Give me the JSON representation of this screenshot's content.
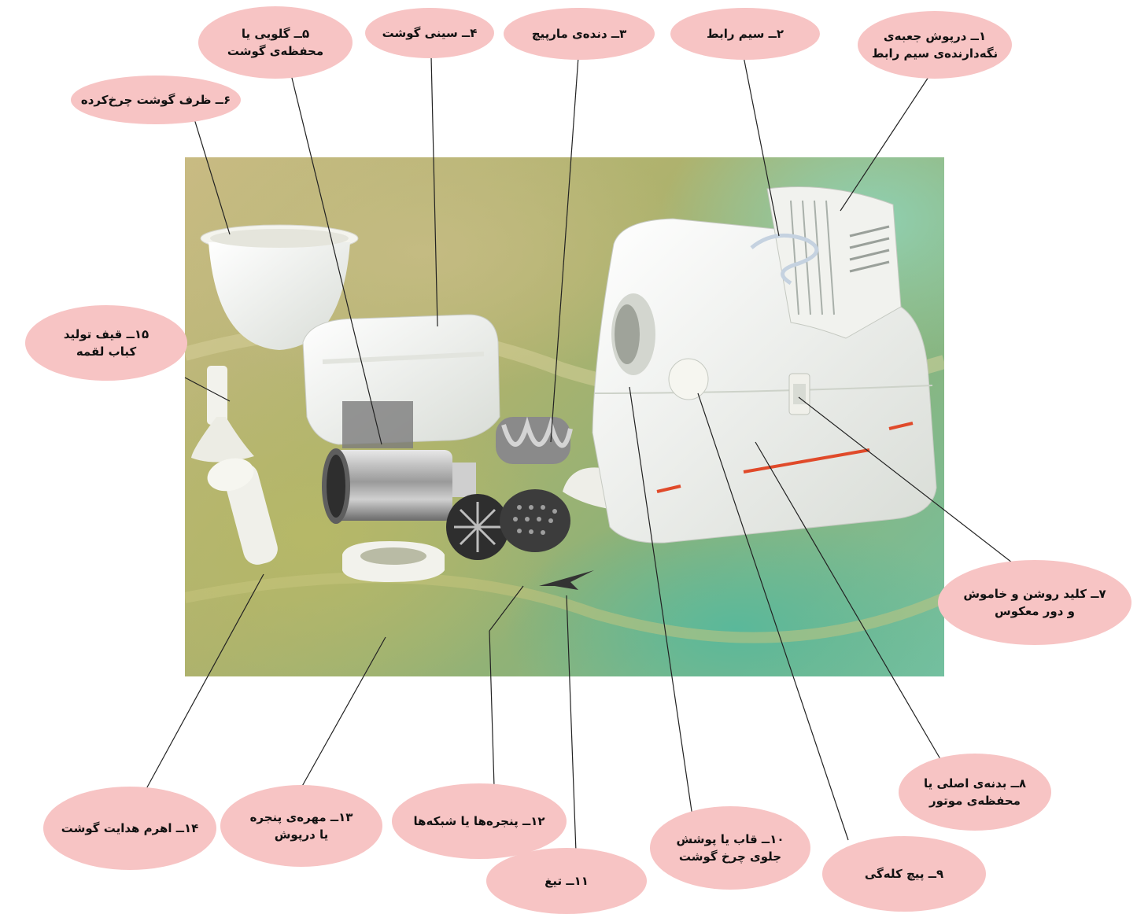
{
  "labels": {
    "l1": [
      "۱ــ درپوش جعبه‌ی",
      "نگه‌دارنده‌ی سیم رابط"
    ],
    "l2": [
      "۲ــ سیم رابط"
    ],
    "l3": [
      "۳ــ دنده‌ی مارپیچ"
    ],
    "l4": [
      "۴ــ سینی گوشت"
    ],
    "l5": [
      "۵ــ گلویی یا",
      "محفظه‌ی گوشت"
    ],
    "l6": [
      "۶ــ ظرف گوشت چرخ‌کرده"
    ],
    "l7": [
      "۷ــ کلید روشن و خاموش",
      "و دور معکوس"
    ],
    "l8": [
      "۸ــ بدنه‌ی اصلی یا",
      "محفظه‌ی موتور"
    ],
    "l9": [
      "۹ــ پیچ کله‌گی"
    ],
    "l10": [
      "۱۰ــ قاب یا پوشش",
      "جلوی چرخ گوشت"
    ],
    "l11": [
      "۱۱ــ تیغ"
    ],
    "l12": [
      "۱۲ــ پنجره‌ها یا شبکه‌ها"
    ],
    "l13": [
      "۱۳ــ مهره‌ی پنجره",
      "یا درپوش"
    ],
    "l14": [
      "۱۴ــ اهرم هدایت گوشت"
    ],
    "l15": [
      "۱۵ــ قیف تولید",
      "کباب لقمه"
    ]
  },
  "colors": {
    "bubble": "#f7c4c4",
    "leader": "#222222"
  }
}
